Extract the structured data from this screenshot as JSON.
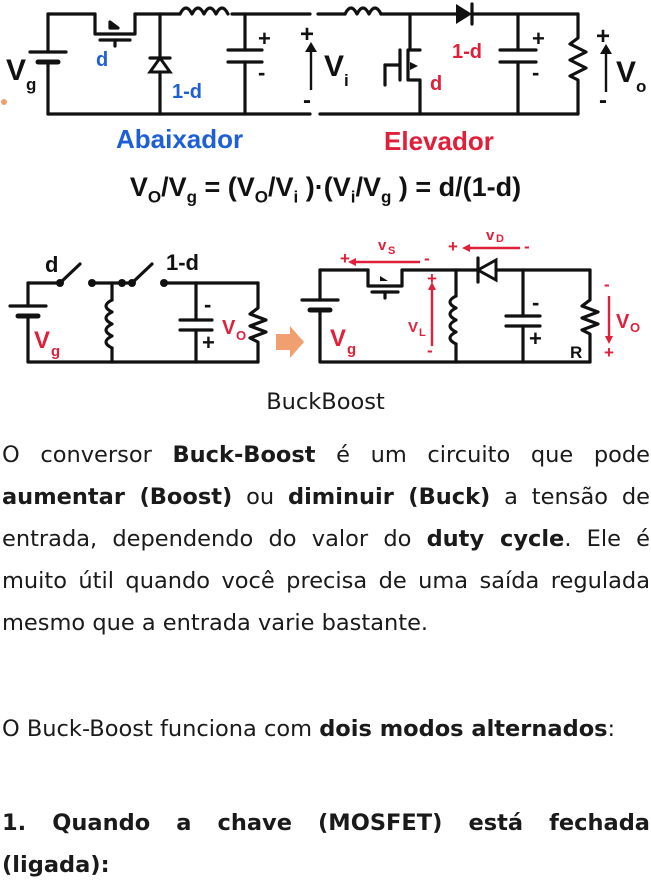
{
  "figure_top": {
    "buck": {
      "vg_label": "V",
      "vg_sub": "g",
      "switch_label": "d",
      "diode_label": "1-d",
      "cap_plus": "+",
      "cap_minus": "-",
      "out_plus": "+",
      "out_minus": "-",
      "vi_label": "V",
      "vi_sub": "i",
      "caption": "Abaixador"
    },
    "boost": {
      "diode_label": "1-d",
      "switch_label": "d",
      "cap_plus": "+",
      "cap_minus": "-",
      "out_plus": "+",
      "out_minus": "-",
      "vo_label": "V",
      "vo_sub": "o",
      "caption": "Elevador"
    },
    "colors": {
      "buck": "#1f5fd6",
      "boost": "#e0203a"
    }
  },
  "formula": {
    "p1": "V",
    "s1": "O",
    "p2": "/V",
    "s2": "g",
    "p3": " = (V",
    "s3": "O",
    "p4": "/V",
    "s4": "i",
    "p5": " )·(V",
    "s5": "i",
    "p6": "/V",
    "s6": "g",
    "p7": " ) = d/(1-d)"
  },
  "figure_bottom": {
    "left": {
      "switch1_label": "d",
      "switch2_label": "1-d",
      "vg_label": "V",
      "vg_sub": "g",
      "cap_minus": "-",
      "cap_plus": "+",
      "vo_label": "V",
      "vo_sub": "O"
    },
    "right": {
      "vs_label": "v",
      "vs_sub": "S",
      "vs_plus": "+",
      "vs_minus": "-",
      "vd_label": "v",
      "vd_sub": "D",
      "vd_plus": "+",
      "vd_minus": "-",
      "vl_label": "V",
      "vl_sub": "L",
      "vl_plus": "+",
      "vl_minus": "-",
      "vg_label": "V",
      "vg_sub": "g",
      "cap_minus": "-",
      "cap_plus": "+",
      "r_label": "R",
      "vo_label": "V",
      "vo_sub": "O",
      "vo_minus": "-",
      "vo_plus": "+"
    },
    "arrow_color": "#f0a070"
  },
  "caption": "BuckBoost",
  "paragraphs": {
    "p1": {
      "t1": "O conversor ",
      "b1": "Buck-Boost",
      "t2": " é um circuito que pode ",
      "b2": "aumentar (Boost)",
      "t3": " ou ",
      "b3": "diminuir (Buck)",
      "t4": " a tensão de entrada, dependendo do valor do ",
      "b4": "duty cycle",
      "t5": ". Ele é muito útil quando você precisa de uma saída regulada mesmo que a entrada varie bastante."
    },
    "p2": {
      "t1": "O Buck-Boost funciona com ",
      "b1": "dois modos alternados",
      "t2": ":"
    },
    "p3": {
      "b1": "1. Quando a chave (MOSFET) está fechada (ligada):"
    }
  }
}
